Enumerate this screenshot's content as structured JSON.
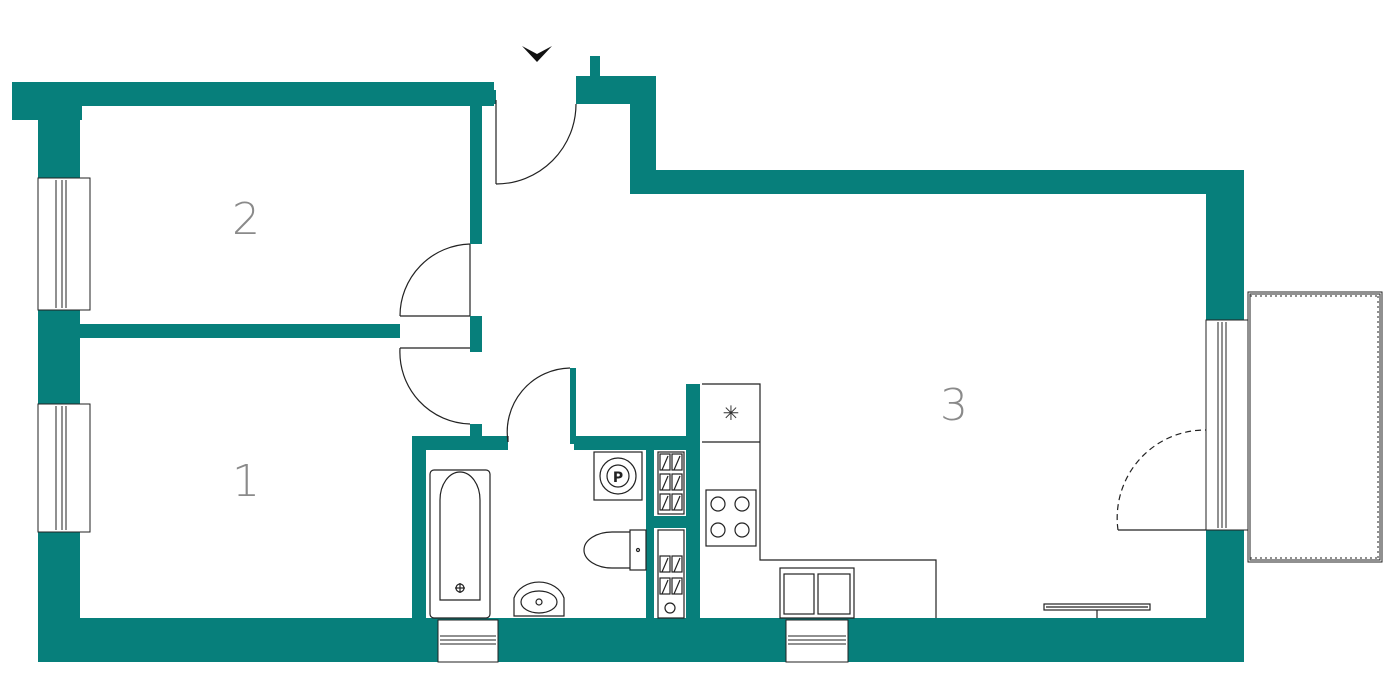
{
  "floorplan": {
    "colors": {
      "wall": "#077f7b",
      "line": "#222222",
      "label": "#8a8a8a",
      "background": "#ffffff"
    },
    "rooms": [
      {
        "id": "room-1",
        "label": "1"
      },
      {
        "id": "room-2",
        "label": "2"
      },
      {
        "id": "room-3",
        "label": "3"
      }
    ],
    "fixtures": {
      "boiler_symbol": "P",
      "fridge_symbol": "✳"
    },
    "icons": [
      "entrance-arrow-icon",
      "bathtub-icon",
      "toilet-icon",
      "washbasin-icon",
      "stove-icon",
      "sink-icon",
      "boiler-icon",
      "meter-icon",
      "radiator-icon"
    ]
  }
}
